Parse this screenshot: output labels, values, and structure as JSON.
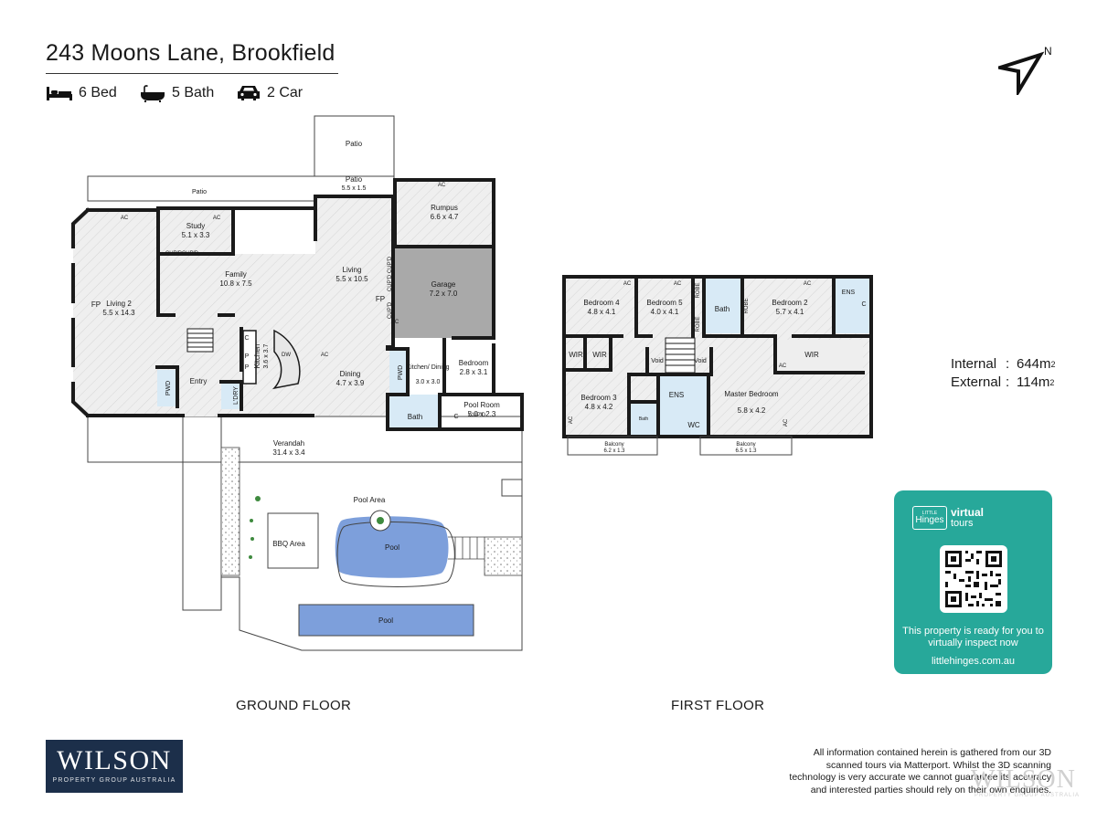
{
  "header": {
    "address": "243 Moons Lane, Brookfield",
    "features": [
      {
        "icon": "bed-icon",
        "label": "6 Bed"
      },
      {
        "icon": "bath-icon",
        "label": "5 Bath"
      },
      {
        "icon": "car-icon",
        "label": "2 Car"
      }
    ]
  },
  "compass": {
    "label": "N"
  },
  "ground_floor": {
    "label": "GROUND FLOOR",
    "rooms": [
      {
        "name": "Patio",
        "dims": ""
      },
      {
        "name": "Patio",
        "dims": "5.5 x 1.5"
      },
      {
        "name": "Patio",
        "dims": ""
      },
      {
        "name": "Rumpus",
        "dims": "6.6 x 4.7"
      },
      {
        "name": "Study",
        "dims": "5.1 x 3.3"
      },
      {
        "name": "Family",
        "dims": "10.8 x 7.5"
      },
      {
        "name": "Living",
        "dims": "5.5 x 10.5"
      },
      {
        "name": "Garage",
        "dims": "7.2 x 7.0"
      },
      {
        "name": "Living 2",
        "dims": "5.5 x 14.3"
      },
      {
        "name": "Kitchen",
        "dims": "3.6 x 3.7"
      },
      {
        "name": "Dining",
        "dims": "4.7 x 3.9"
      },
      {
        "name": "Kitchen/ Dining",
        "dims": "3.0 x 3.0"
      },
      {
        "name": "Bedroom",
        "dims": "2.8 x 3.1"
      },
      {
        "name": "Entry",
        "dims": ""
      },
      {
        "name": "Bath",
        "dims": ""
      },
      {
        "name": "Pool Room",
        "dims": "5.0 x 2.3"
      },
      {
        "name": "Verandah",
        "dims": "31.4 x 3.4"
      },
      {
        "name": "Pool Area",
        "dims": ""
      },
      {
        "name": "BBQ Area",
        "dims": ""
      },
      {
        "name": "Pool",
        "dims": ""
      },
      {
        "name": "Pool",
        "dims": ""
      }
    ],
    "small_labels": [
      "FP",
      "FP",
      "AC",
      "AC",
      "AC",
      "AC",
      "AC",
      "CUP'D",
      "CUP'D",
      "CUP'D",
      "CUP'D",
      "CUP'D",
      "CUP'D",
      "PWD",
      "PWD",
      "L'DRY",
      "C",
      "C",
      "P",
      "P",
      "DW"
    ]
  },
  "first_floor": {
    "label": "FIRST FLOOR",
    "rooms": [
      {
        "name": "Bedroom 4",
        "dims": "4.8 x 4.1"
      },
      {
        "name": "Bedroom 5",
        "dims": "4.0 x 4.1"
      },
      {
        "name": "Bath",
        "dims": ""
      },
      {
        "name": "Bedroom 2",
        "dims": "5.7 x 4.1"
      },
      {
        "name": "ENS",
        "dims": ""
      },
      {
        "name": "WIR",
        "dims": ""
      },
      {
        "name": "WIR",
        "dims": ""
      },
      {
        "name": "WIR",
        "dims": ""
      },
      {
        "name": "Void",
        "dims": ""
      },
      {
        "name": "Void",
        "dims": ""
      },
      {
        "name": "Bedroom 3",
        "dims": "4.8 x 4.2"
      },
      {
        "name": "ENS",
        "dims": ""
      },
      {
        "name": "Master Bedroom",
        "dims": "5.8 x 4.2"
      },
      {
        "name": "WC",
        "dims": ""
      },
      {
        "name": "Bath",
        "dims": ""
      },
      {
        "name": "Balcony",
        "dims": "6.2 x 1.3"
      },
      {
        "name": "Balcony",
        "dims": "6.5 x 1.3"
      }
    ],
    "small_labels": [
      "ROBE",
      "ROBE",
      "ROBE",
      "AC",
      "AC",
      "AC",
      "AC",
      "AC",
      "AC",
      "C"
    ]
  },
  "areas": {
    "internal_label": "Internal",
    "internal_value": "644m",
    "external_label": "External",
    "external_value": "114m",
    "superscript": "2",
    "separator": ":"
  },
  "virtual_tour": {
    "brand_small": "LITTLE",
    "brand": "Hinges",
    "product_line1": "virtual",
    "product_line2": "tours",
    "message": "This property is ready for you to virtually inspect now",
    "url": "littlehinges.com.au",
    "color": "#27a89a"
  },
  "agency": {
    "name": "WILSON",
    "tagline": "PROPERTY GROUP AUSTRALIA",
    "color": "#1c2f4a"
  },
  "disclaimer": "All information contained herein is gathered from our 3D scanned tours via Matterport. Whilst the 3D scanning technology is very accurate we cannot guarantee its accuracy and interested parties should rely on their own enquiries.",
  "colors": {
    "wall": "#1a1a1a",
    "garage": "#a9a9a9",
    "wet_area": "#d8eaf6",
    "pool": "#7d9fdb"
  }
}
